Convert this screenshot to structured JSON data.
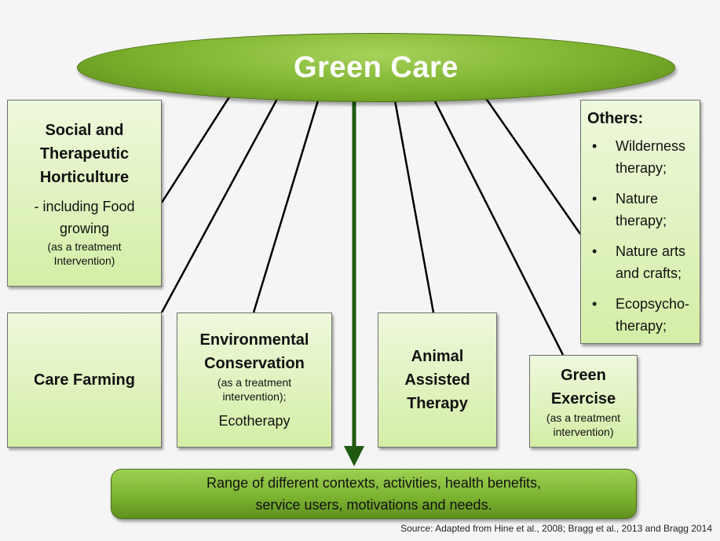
{
  "title": "Green Care",
  "boxes": {
    "horticulture": {
      "title_lines": [
        "Social and",
        "Therapeutic",
        "Horticulture"
      ],
      "sub_lines": [
        "- including Food",
        "growing"
      ],
      "note_lines": [
        "(as a treatment",
        "Intervention)"
      ]
    },
    "care_farming": {
      "title": "Care Farming"
    },
    "environmental": {
      "title_lines": [
        "Environmental",
        "Conservation"
      ],
      "note_lines": [
        "(as a treatment",
        "intervention);"
      ],
      "sub": "Ecotherapy"
    },
    "animal": {
      "title_lines": [
        "Animal",
        "Assisted",
        "Therapy"
      ]
    },
    "green_exercise": {
      "title_lines": [
        "Green",
        "Exercise"
      ],
      "note_lines": [
        "(as a treatment",
        "intervention)"
      ]
    },
    "others": {
      "title": "Others:",
      "bullet": "•",
      "items": [
        {
          "lines": [
            "Wilderness",
            "therapy;"
          ]
        },
        {
          "lines": [
            "Nature",
            "therapy;"
          ]
        },
        {
          "lines": [
            "Nature arts",
            "and crafts;"
          ]
        },
        {
          "lines": [
            "Ecopsycho-",
            "therapy;"
          ]
        }
      ]
    }
  },
  "bottom": {
    "lines": [
      "Range of different contexts, activities, health benefits,",
      "service users, motivations and needs."
    ]
  },
  "source": "Source: Adapted from Hine et al., 2008; Bragg et al., 2013 and Bragg 2014",
  "colors": {
    "accent": "#7bb12c",
    "arrow": "#1f5a10",
    "box_fill_top": "#eef8dc",
    "box_fill_bottom": "#d4eea6",
    "title_text": "#ffffff"
  }
}
